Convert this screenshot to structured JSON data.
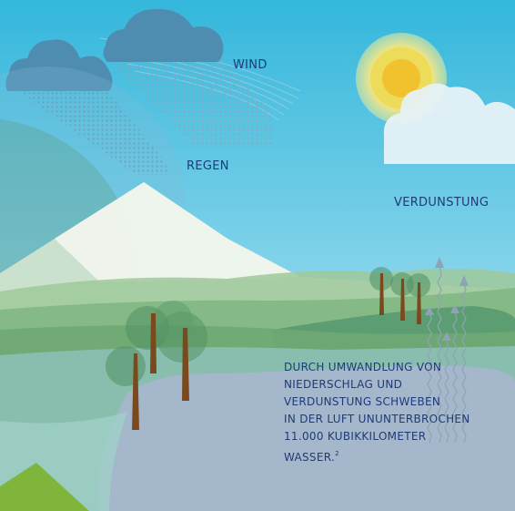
{
  "labels": {
    "wind": "WIND",
    "rain": "REGEN",
    "evaporation": "VERDUNSTUNG"
  },
  "fact": {
    "lines": [
      "DURCH UMWANDLUNG VON",
      "NIEDERSCHLAG UND",
      "VERDUNSTUNG SCHWEBEN",
      "IN DER LUFT UNUNTERBROCHEN",
      "11.000 KUBIKKILOMETER",
      "WASSER."
    ],
    "footnote": "2"
  },
  "colors": {
    "sky_top": "#34b8dd",
    "sky_bottom": "#b9e8f0",
    "text": "#1f3b79",
    "sun": "#f2c12e",
    "sun_halo": "#eee27a",
    "cloud_dark": "#4f8db0",
    "cloud_light": "#e7f3f8",
    "lake": "#a6b8cc",
    "trunk": "#7a4a1e",
    "arrow": "#8ea3b6"
  }
}
